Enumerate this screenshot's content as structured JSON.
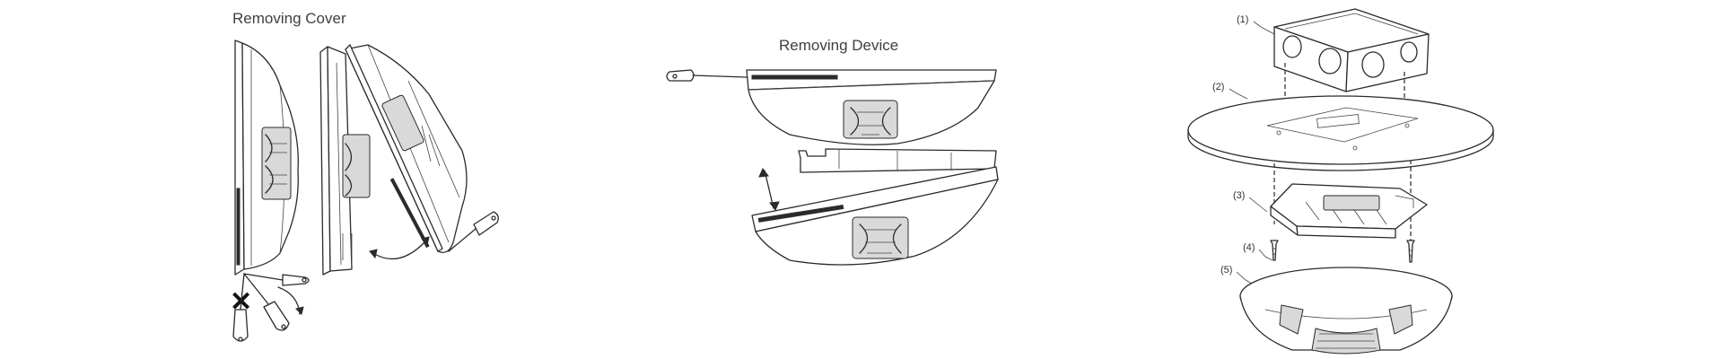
{
  "panels": {
    "removing_cover": {
      "title": "Removing Cover"
    },
    "removing_device": {
      "title": "Removing Device"
    },
    "exploded_view": {
      "callouts": [
        "(1)",
        "(2)",
        "(3)",
        "(4)",
        "(5)"
      ]
    }
  },
  "marks": {
    "wrong_method": "✕"
  }
}
